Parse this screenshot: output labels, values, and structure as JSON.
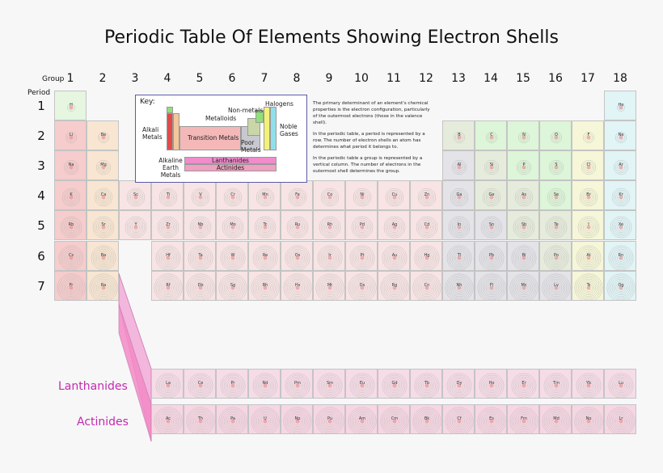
{
  "title": "Periodic Table Of Elements Showing Electron Shells",
  "axis": {
    "group_label": "Group",
    "period_label": "Period"
  },
  "groups": [
    "1",
    "2",
    "3",
    "4",
    "5",
    "6",
    "7",
    "8",
    "9",
    "10",
    "11",
    "12",
    "13",
    "14",
    "15",
    "16",
    "17",
    "18"
  ],
  "periods": [
    "1",
    "2",
    "3",
    "4",
    "5",
    "6",
    "7"
  ],
  "key": {
    "title": "Key:",
    "labels": {
      "alkali": "Alkali Metals",
      "alkaline": "Alkaline Earth Metals",
      "transition": "Transition Metals",
      "metalloids": "Metalloids",
      "nonmetals": "Non-metals",
      "halogens": "Halogens",
      "noble": "Noble Gases",
      "poor": "Poor Metals",
      "lanthanides": "Lanthanides",
      "actinides": "Actinides"
    },
    "colors": {
      "alkali": "#e24b4b",
      "alkaline": "#f3c79a",
      "transition": "#f4b8b8",
      "poor": "#c8c8d0",
      "metalloid": "#c9d6a8",
      "nonmetal": "#8fe07a",
      "halogen": "#f2f27a",
      "noble": "#8fe0ec",
      "lanth": "#f08ccc",
      "actin": "#f0a0c0"
    }
  },
  "description": [
    "The primary determinant of an element's chemical properties is the electron configuration, particularly of the outermost electrons (those in the valence shell).",
    "In the periodic table, a period is represented by a row. The number of electron shells an atom has determines what period it belongs to.",
    "In the periodic table a group is represented by a vertical column. The number of electrons in the outermost shell determines the group."
  ],
  "series_labels": {
    "lanthanides": "Lanthanides",
    "actinides": "Actinides"
  },
  "elements": [
    {
      "sym": "H",
      "p": 1,
      "g": 1,
      "cat": "hydrogen"
    },
    {
      "sym": "He",
      "p": 1,
      "g": 18,
      "cat": "noble"
    },
    {
      "sym": "Li",
      "p": 2,
      "g": 1,
      "cat": "alkali"
    },
    {
      "sym": "Be",
      "p": 2,
      "g": 2,
      "cat": "alkaline"
    },
    {
      "sym": "B",
      "p": 2,
      "g": 13,
      "cat": "metalloid"
    },
    {
      "sym": "C",
      "p": 2,
      "g": 14,
      "cat": "nonmetal"
    },
    {
      "sym": "N",
      "p": 2,
      "g": 15,
      "cat": "nonmetal"
    },
    {
      "sym": "O",
      "p": 2,
      "g": 16,
      "cat": "nonmetal"
    },
    {
      "sym": "F",
      "p": 2,
      "g": 17,
      "cat": "halogen"
    },
    {
      "sym": "Ne",
      "p": 2,
      "g": 18,
      "cat": "noble"
    },
    {
      "sym": "Na",
      "p": 3,
      "g": 1,
      "cat": "alkali"
    },
    {
      "sym": "Mg",
      "p": 3,
      "g": 2,
      "cat": "alkaline"
    },
    {
      "sym": "Al",
      "p": 3,
      "g": 13,
      "cat": "poor"
    },
    {
      "sym": "Si",
      "p": 3,
      "g": 14,
      "cat": "metalloid"
    },
    {
      "sym": "P",
      "p": 3,
      "g": 15,
      "cat": "nonmetal"
    },
    {
      "sym": "S",
      "p": 3,
      "g": 16,
      "cat": "nonmetal"
    },
    {
      "sym": "Cl",
      "p": 3,
      "g": 17,
      "cat": "halogen"
    },
    {
      "sym": "Ar",
      "p": 3,
      "g": 18,
      "cat": "noble"
    },
    {
      "sym": "K",
      "p": 4,
      "g": 1,
      "cat": "alkali"
    },
    {
      "sym": "Ca",
      "p": 4,
      "g": 2,
      "cat": "alkaline"
    },
    {
      "sym": "Sc",
      "p": 4,
      "g": 3,
      "cat": "transition"
    },
    {
      "sym": "Ti",
      "p": 4,
      "g": 4,
      "cat": "transition"
    },
    {
      "sym": "V",
      "p": 4,
      "g": 5,
      "cat": "transition"
    },
    {
      "sym": "Cr",
      "p": 4,
      "g": 6,
      "cat": "transition"
    },
    {
      "sym": "Mn",
      "p": 4,
      "g": 7,
      "cat": "transition"
    },
    {
      "sym": "Fe",
      "p": 4,
      "g": 8,
      "cat": "transition"
    },
    {
      "sym": "Co",
      "p": 4,
      "g": 9,
      "cat": "transition"
    },
    {
      "sym": "Ni",
      "p": 4,
      "g": 10,
      "cat": "transition"
    },
    {
      "sym": "Cu",
      "p": 4,
      "g": 11,
      "cat": "transition"
    },
    {
      "sym": "Zn",
      "p": 4,
      "g": 12,
      "cat": "transition"
    },
    {
      "sym": "Ga",
      "p": 4,
      "g": 13,
      "cat": "poor"
    },
    {
      "sym": "Ge",
      "p": 4,
      "g": 14,
      "cat": "metalloid"
    },
    {
      "sym": "As",
      "p": 4,
      "g": 15,
      "cat": "metalloid"
    },
    {
      "sym": "Se",
      "p": 4,
      "g": 16,
      "cat": "nonmetal"
    },
    {
      "sym": "Br",
      "p": 4,
      "g": 17,
      "cat": "halogen"
    },
    {
      "sym": "Kr",
      "p": 4,
      "g": 18,
      "cat": "noble"
    },
    {
      "sym": "Rb",
      "p": 5,
      "g": 1,
      "cat": "alkali"
    },
    {
      "sym": "Sr",
      "p": 5,
      "g": 2,
      "cat": "alkaline"
    },
    {
      "sym": "Y",
      "p": 5,
      "g": 3,
      "cat": "transition"
    },
    {
      "sym": "Zr",
      "p": 5,
      "g": 4,
      "cat": "transition"
    },
    {
      "sym": "Nb",
      "p": 5,
      "g": 5,
      "cat": "transition"
    },
    {
      "sym": "Mo",
      "p": 5,
      "g": 6,
      "cat": "transition"
    },
    {
      "sym": "Tc",
      "p": 5,
      "g": 7,
      "cat": "transition"
    },
    {
      "sym": "Ru",
      "p": 5,
      "g": 8,
      "cat": "transition"
    },
    {
      "sym": "Rh",
      "p": 5,
      "g": 9,
      "cat": "transition"
    },
    {
      "sym": "Pd",
      "p": 5,
      "g": 10,
      "cat": "transition"
    },
    {
      "sym": "Ag",
      "p": 5,
      "g": 11,
      "cat": "transition"
    },
    {
      "sym": "Cd",
      "p": 5,
      "g": 12,
      "cat": "transition"
    },
    {
      "sym": "In",
      "p": 5,
      "g": 13,
      "cat": "poor"
    },
    {
      "sym": "Sn",
      "p": 5,
      "g": 14,
      "cat": "poor"
    },
    {
      "sym": "Sb",
      "p": 5,
      "g": 15,
      "cat": "metalloid"
    },
    {
      "sym": "Te",
      "p": 5,
      "g": 16,
      "cat": "metalloid"
    },
    {
      "sym": "I",
      "p": 5,
      "g": 17,
      "cat": "halogen"
    },
    {
      "sym": "Xe",
      "p": 5,
      "g": 18,
      "cat": "noble"
    },
    {
      "sym": "Cs",
      "p": 6,
      "g": 1,
      "cat": "alkali"
    },
    {
      "sym": "Ba",
      "p": 6,
      "g": 2,
      "cat": "alkaline"
    },
    {
      "sym": "Hf",
      "p": 6,
      "g": 4,
      "cat": "transition"
    },
    {
      "sym": "Ta",
      "p": 6,
      "g": 5,
      "cat": "transition"
    },
    {
      "sym": "W",
      "p": 6,
      "g": 6,
      "cat": "transition"
    },
    {
      "sym": "Re",
      "p": 6,
      "g": 7,
      "cat": "transition"
    },
    {
      "sym": "Os",
      "p": 6,
      "g": 8,
      "cat": "transition"
    },
    {
      "sym": "Ir",
      "p": 6,
      "g": 9,
      "cat": "transition"
    },
    {
      "sym": "Pt",
      "p": 6,
      "g": 10,
      "cat": "transition"
    },
    {
      "sym": "Au",
      "p": 6,
      "g": 11,
      "cat": "transition"
    },
    {
      "sym": "Hg",
      "p": 6,
      "g": 12,
      "cat": "transition"
    },
    {
      "sym": "Tl",
      "p": 6,
      "g": 13,
      "cat": "poor"
    },
    {
      "sym": "Pb",
      "p": 6,
      "g": 14,
      "cat": "poor"
    },
    {
      "sym": "Bi",
      "p": 6,
      "g": 15,
      "cat": "poor"
    },
    {
      "sym": "Po",
      "p": 6,
      "g": 16,
      "cat": "metalloid"
    },
    {
      "sym": "At",
      "p": 6,
      "g": 17,
      "cat": "halogen"
    },
    {
      "sym": "Rn",
      "p": 6,
      "g": 18,
      "cat": "noble"
    },
    {
      "sym": "Fr",
      "p": 7,
      "g": 1,
      "cat": "alkali"
    },
    {
      "sym": "Ra",
      "p": 7,
      "g": 2,
      "cat": "alkaline"
    },
    {
      "sym": "Rf",
      "p": 7,
      "g": 4,
      "cat": "transition"
    },
    {
      "sym": "Db",
      "p": 7,
      "g": 5,
      "cat": "transition"
    },
    {
      "sym": "Sg",
      "p": 7,
      "g": 6,
      "cat": "transition"
    },
    {
      "sym": "Bh",
      "p": 7,
      "g": 7,
      "cat": "transition"
    },
    {
      "sym": "Hs",
      "p": 7,
      "g": 8,
      "cat": "transition"
    },
    {
      "sym": "Mt",
      "p": 7,
      "g": 9,
      "cat": "transition"
    },
    {
      "sym": "Ds",
      "p": 7,
      "g": 10,
      "cat": "transition"
    },
    {
      "sym": "Rg",
      "p": 7,
      "g": 11,
      "cat": "transition"
    },
    {
      "sym": "Cn",
      "p": 7,
      "g": 12,
      "cat": "transition"
    },
    {
      "sym": "Nh",
      "p": 7,
      "g": 13,
      "cat": "poor"
    },
    {
      "sym": "Fl",
      "p": 7,
      "g": 14,
      "cat": "poor"
    },
    {
      "sym": "Mc",
      "p": 7,
      "g": 15,
      "cat": "poor"
    },
    {
      "sym": "Lv",
      "p": 7,
      "g": 16,
      "cat": "poor"
    },
    {
      "sym": "Ts",
      "p": 7,
      "g": 17,
      "cat": "halogen"
    },
    {
      "sym": "Og",
      "p": 7,
      "g": 18,
      "cat": "noble"
    }
  ],
  "lanthanides": [
    "La",
    "Ce",
    "Pr",
    "Nd",
    "Pm",
    "Sm",
    "Eu",
    "Gd",
    "Tb",
    "Dy",
    "Ho",
    "Er",
    "Tm",
    "Yb",
    "Lu"
  ],
  "actinides": [
    "Ac",
    "Th",
    "Pa",
    "U",
    "Np",
    "Pu",
    "Am",
    "Cm",
    "Bk",
    "Cf",
    "Es",
    "Fm",
    "Md",
    "No",
    "Lr"
  ]
}
